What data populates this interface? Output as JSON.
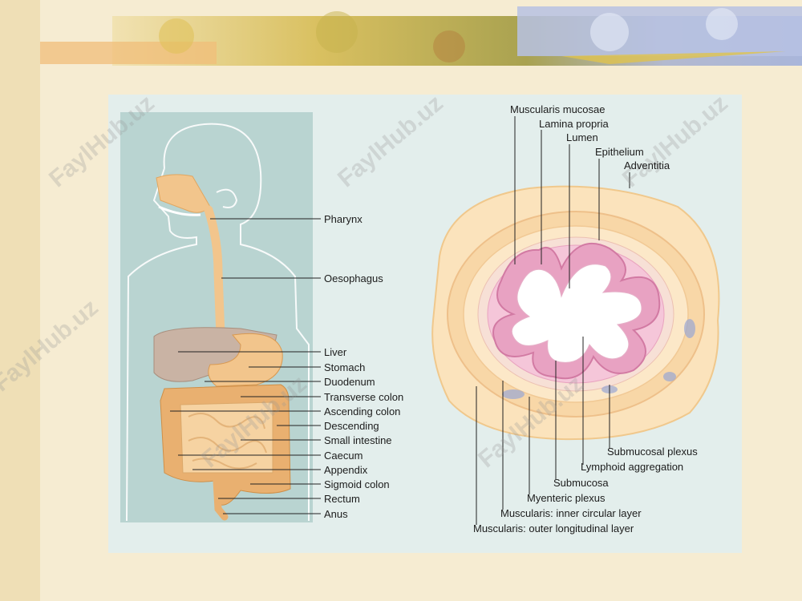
{
  "watermark": "FaylHub.uz",
  "digestive_tract_labels": {
    "pharynx": "Pharynx",
    "oesophagus": "Oesophagus",
    "liver": "Liver",
    "stomach": "Stomach",
    "duodenum": "Duodenum",
    "transverse_colon": "Transverse colon",
    "ascending_colon": "Ascending colon",
    "descending": "Descending",
    "small_intestine": "Small intestine",
    "caecum": "Caecum",
    "appendix": "Appendix",
    "sigmoid_colon": "Sigmoid colon",
    "rectum": "Rectum",
    "anus": "Anus"
  },
  "cross_section_labels": {
    "muscularis_mucosae": "Muscularis mucosae",
    "lamina_propria": "Lamina propria",
    "lumen": "Lumen",
    "epithelium": "Epithelium",
    "adventitia": "Adventitia",
    "submucosal_plexus": "Submucosal plexus",
    "lymphoid_aggregation": "Lymphoid aggregation",
    "submucosa": "Submucosa",
    "myenteric_plexus": "Myenteric plexus",
    "muscularis_inner": "Muscularis: inner circular layer",
    "muscularis_outer": "Muscularis: outer longitudinal layer"
  },
  "colors": {
    "background": "#f6ecd2",
    "panel": "#e3eeec",
    "body_silhouette": "#b9d4d1",
    "tract": "#f2c58c",
    "liver": "#c9b3a4",
    "mucosa": "#e8a2c2",
    "adventitia": "#fbe3bc"
  }
}
